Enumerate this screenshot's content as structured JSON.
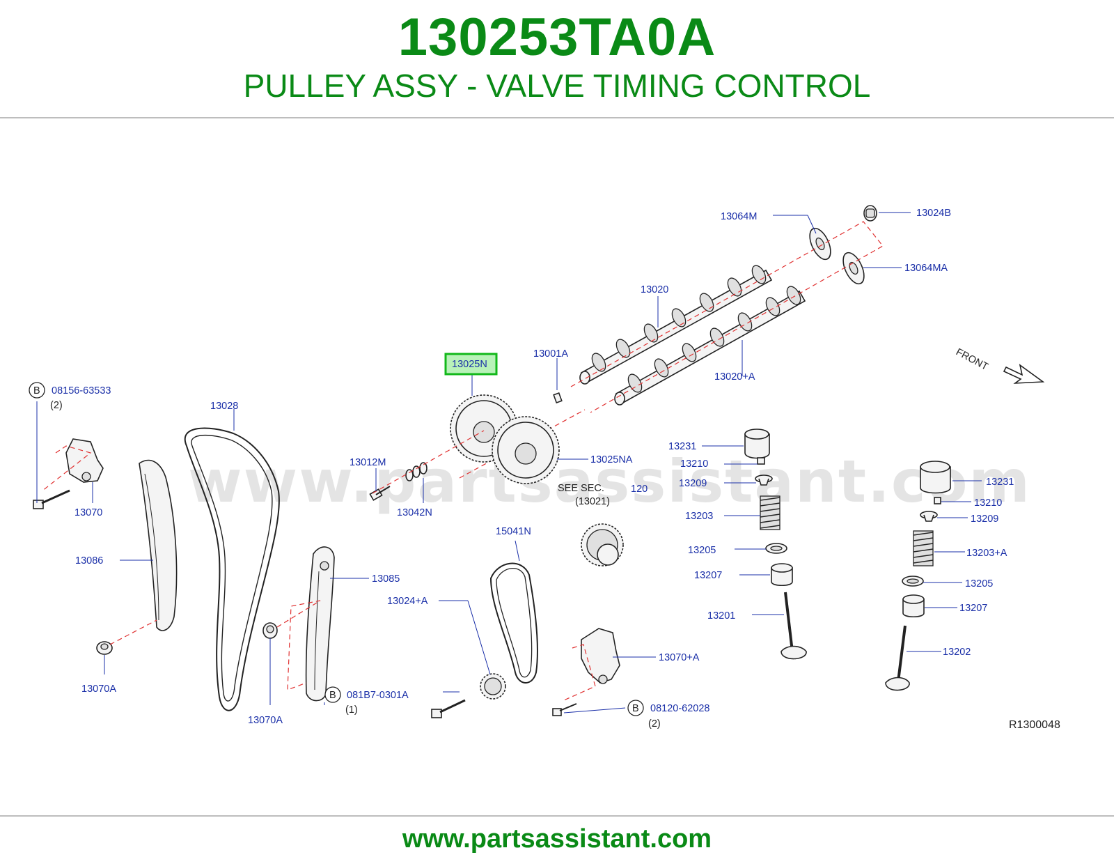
{
  "header": {
    "part_number": "130253TA0A",
    "part_name": "PULLEY ASSY - VALVE TIMING CONTROL"
  },
  "diagram": {
    "watermark": "www.partsassistant.com",
    "reference_code": "R1300048",
    "front_label": "FRONT",
    "see_sec": "SEE   SEC.",
    "see_sec_number": "120",
    "see_sec_ref": "(13021)",
    "highlighted_label": "13025N",
    "labels": {
      "l13064M": "13064M",
      "l13024B": "13024B",
      "l13064MA": "13064MA",
      "l13020": "13020",
      "l13020A": "13020+A",
      "l13001A": "13001A",
      "l13028": "13028",
      "l13012M": "13012M",
      "l13042N": "13042N",
      "l13025NA": "13025NA",
      "l13070": "13070",
      "l13086": "13086",
      "l13085": "13085",
      "l13070A_left": "13070A",
      "l13070A_mid": "13070A",
      "l15041N": "15041N",
      "l13024A": "13024+A",
      "l13070pA": "13070+A",
      "l13231a": "13231",
      "l13210a": "13210",
      "l13209a": "13209",
      "l13203": "13203",
      "l13205a": "13205",
      "l13207a": "13207",
      "l13201": "13201",
      "l13231b": "13231",
      "l13210b": "13210",
      "l13209b": "13209",
      "l13203A": "13203+A",
      "l13205b": "13205",
      "l13207b": "13207",
      "l13202": "13202"
    },
    "bolts": {
      "b1_code": "08156-63533",
      "b1_qty": "(2)",
      "b2_code": "081B7-0301A",
      "b2_qty": "(1)",
      "b3_code": "08120-62028",
      "b3_qty": "(2)",
      "marker": "B"
    }
  },
  "footer": {
    "url": "www.partsassistant.com"
  },
  "colors": {
    "brand_green": "#0a8a16",
    "label_blue": "#1a2fa8",
    "highlight_green": "#12b81a",
    "highlight_fill": "#b9f2b9"
  }
}
